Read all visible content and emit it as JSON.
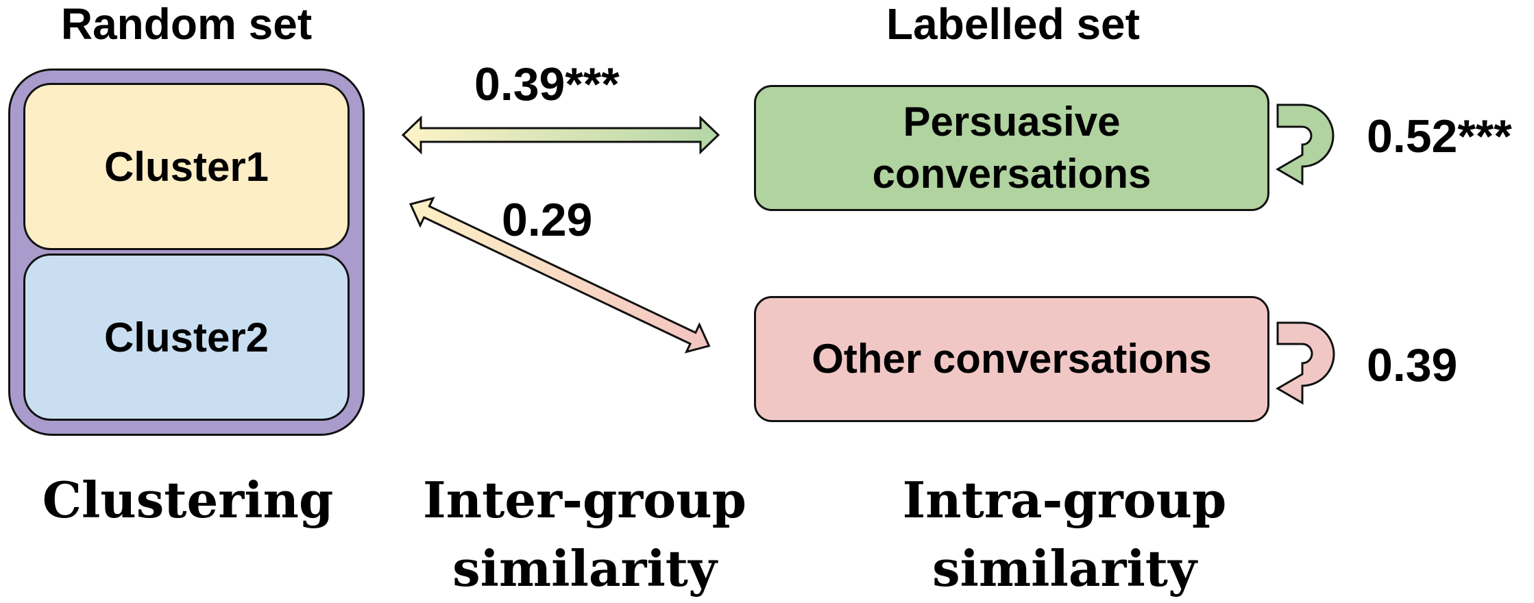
{
  "titles": {
    "random": "Random set",
    "labelled": "Labelled set"
  },
  "clusters": [
    "Cluster1",
    "Cluster2"
  ],
  "groups": {
    "persuasive": "Persuasive\nconversations",
    "other": "Other conversations"
  },
  "inter": {
    "persuasive_value": "0.39***",
    "other_value": "0.29"
  },
  "intra": {
    "persuasive_value": "0.52***",
    "other_value": "0.39"
  },
  "captions": {
    "clustering": "Clustering",
    "inter": "Inter-group\nsimilarity",
    "intra": "Intra-group\nsimilarity"
  },
  "colors": {
    "outer": "#a99bcb",
    "cluster1": "#fdeec6",
    "cluster2": "#c9dff1",
    "persuasive": "#b0d3a0",
    "other": "#f1c7c6",
    "loop_persuasive": "#b0d3a0",
    "loop_other": "#f1c7c6"
  }
}
